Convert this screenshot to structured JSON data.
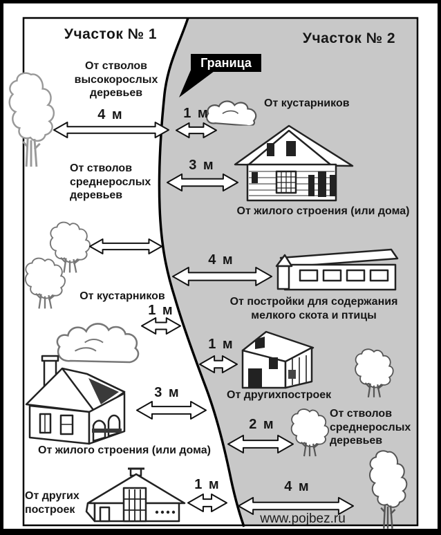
{
  "header": {
    "plot1_title": "Участок № 1",
    "plot2_title": "Участок № 2",
    "boundary_label": "Граница"
  },
  "left": {
    "tall_trees": {
      "label": "От стволов высокорослых деревьев",
      "distance": "4 м"
    },
    "medium_trees": {
      "label": "От стволов среднерослых деревьев"
    },
    "shrubs": {
      "label": "От кустарников",
      "distance": "1 м"
    },
    "house": {
      "label": "От жилого строения (или дома)",
      "distance": "3 м"
    },
    "other": {
      "label": "От других построек",
      "distance": "1 м"
    }
  },
  "right": {
    "shrubs": {
      "label": "От кустарников",
      "distance": "1 м"
    },
    "house": {
      "label": "От жилого строения (или дома)",
      "distance": "3 м"
    },
    "livestock": {
      "label": "От постройки для содержания мелкого скота и птицы",
      "distance": "4 м"
    },
    "other": {
      "label": "От другихпостроек",
      "distance": "1 м"
    },
    "medium_trees": {
      "label": "От стволов среднерослых деревьев",
      "distance": "2 м"
    },
    "tall_trees": {
      "distance": "4 м"
    }
  },
  "footer": {
    "website": "www.pojbez.ru"
  },
  "colors": {
    "plot2_bg": "#c8c8c8",
    "line": "#111111",
    "boundary_label_bg": "#000000"
  }
}
